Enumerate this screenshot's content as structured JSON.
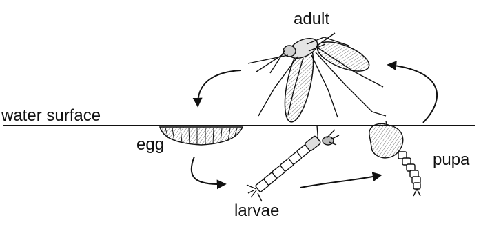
{
  "diagram": {
    "labels": {
      "adult": "adult",
      "water_surface": "water surface",
      "egg": "egg",
      "pupa": "pupa",
      "larvae": "larvae"
    },
    "colors": {
      "ink": "#111111",
      "wing_fill": "#d8d8d8",
      "background": "#ffffff"
    }
  }
}
